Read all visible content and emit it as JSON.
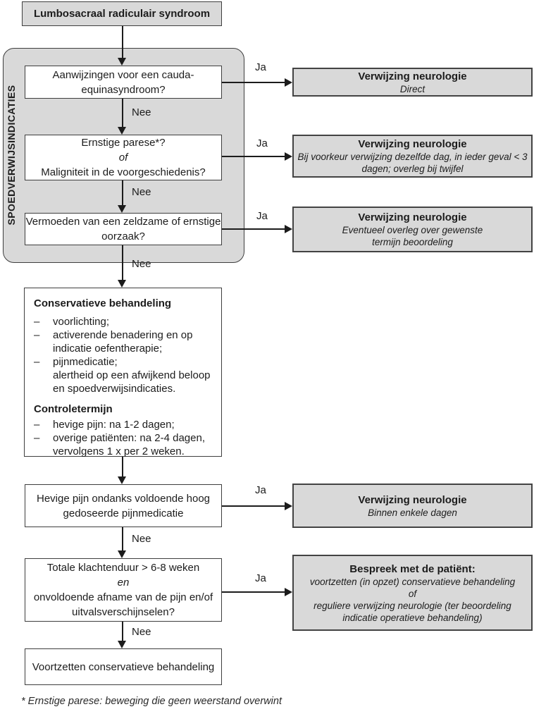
{
  "labels": {
    "yes": "Ja",
    "no": "Nee"
  },
  "colors": {
    "fill_gray": "#d9d9d9",
    "border_dark": "#3e3e3e",
    "text": "#1c1c1c"
  },
  "start": {
    "title": "Lumbosacraal radiculair syndroom"
  },
  "panel": {
    "label": "SPOEDVERWIJSINDICATIES"
  },
  "decisions": [
    {
      "lines": [
        "Aanwijzingen voor een cauda-",
        "equinasyndroom?"
      ]
    },
    {
      "lines": [
        "Ernstige parese*?",
        "of",
        "Maligniteit in de voorgeschiedenis?"
      ]
    },
    {
      "lines": [
        "Vermoeden van een zeldzame of ernstige",
        "oorzaak?"
      ]
    },
    {
      "lines": [
        "Hevige pijn ondanks voldoende hoog",
        "gedoseerde pijnmedicatie"
      ]
    },
    {
      "lines": [
        "Totale klachtenduur > 6-8 weken",
        "en",
        "onvoldoende afname van de pijn en/of",
        "uitvalsverschijnselen?"
      ]
    }
  ],
  "referrals": [
    {
      "title": "Verwijzing neurologie",
      "lines": [
        "Direct"
      ]
    },
    {
      "title": "Verwijzing neurologie",
      "lines": [
        "Bij voorkeur verwijzing dezelfde dag, in ieder geval < 3",
        "dagen; overleg bij twijfel"
      ]
    },
    {
      "title": "Verwijzing neurologie",
      "lines": [
        "Eventueel overleg over gewenste",
        "termijn beoordeling"
      ]
    },
    {
      "title": "Verwijzing neurologie",
      "lines": [
        "Binnen enkele dagen"
      ]
    },
    {
      "title": "Bespreek met de patiënt:",
      "lines": [
        "voortzetten (in opzet) conservatieve behandeling",
        "of",
        "reguliere verwijzing neurologie (ter beoordeling",
        "indicatie operatieve behandeling)"
      ]
    }
  ],
  "treatment": {
    "heading1": "Conservatieve behandeling",
    "items1": [
      {
        "dash": "–",
        "text": "voorlichting;"
      },
      {
        "dash": "–",
        "text": "activerende benadering en op indicatie oefentherapie;"
      },
      {
        "dash": "–",
        "text": "pijnmedicatie;"
      },
      {
        "dash": "",
        "text": "alertheid op een afwijkend beloop en spoedverwijsindicaties."
      }
    ],
    "heading2": "Controletermijn",
    "items2": [
      {
        "dash": "–",
        "text": "hevige pijn: na 1-2 dagen;"
      },
      {
        "dash": "–",
        "text": "overige patiënten: na 2-4 dagen, vervolgens 1 x per 2 weken."
      }
    ]
  },
  "end": {
    "title": "Voortzetten conservatieve behandeling"
  },
  "footnote": "* Ernstige parese: beweging die geen weerstand overwint"
}
